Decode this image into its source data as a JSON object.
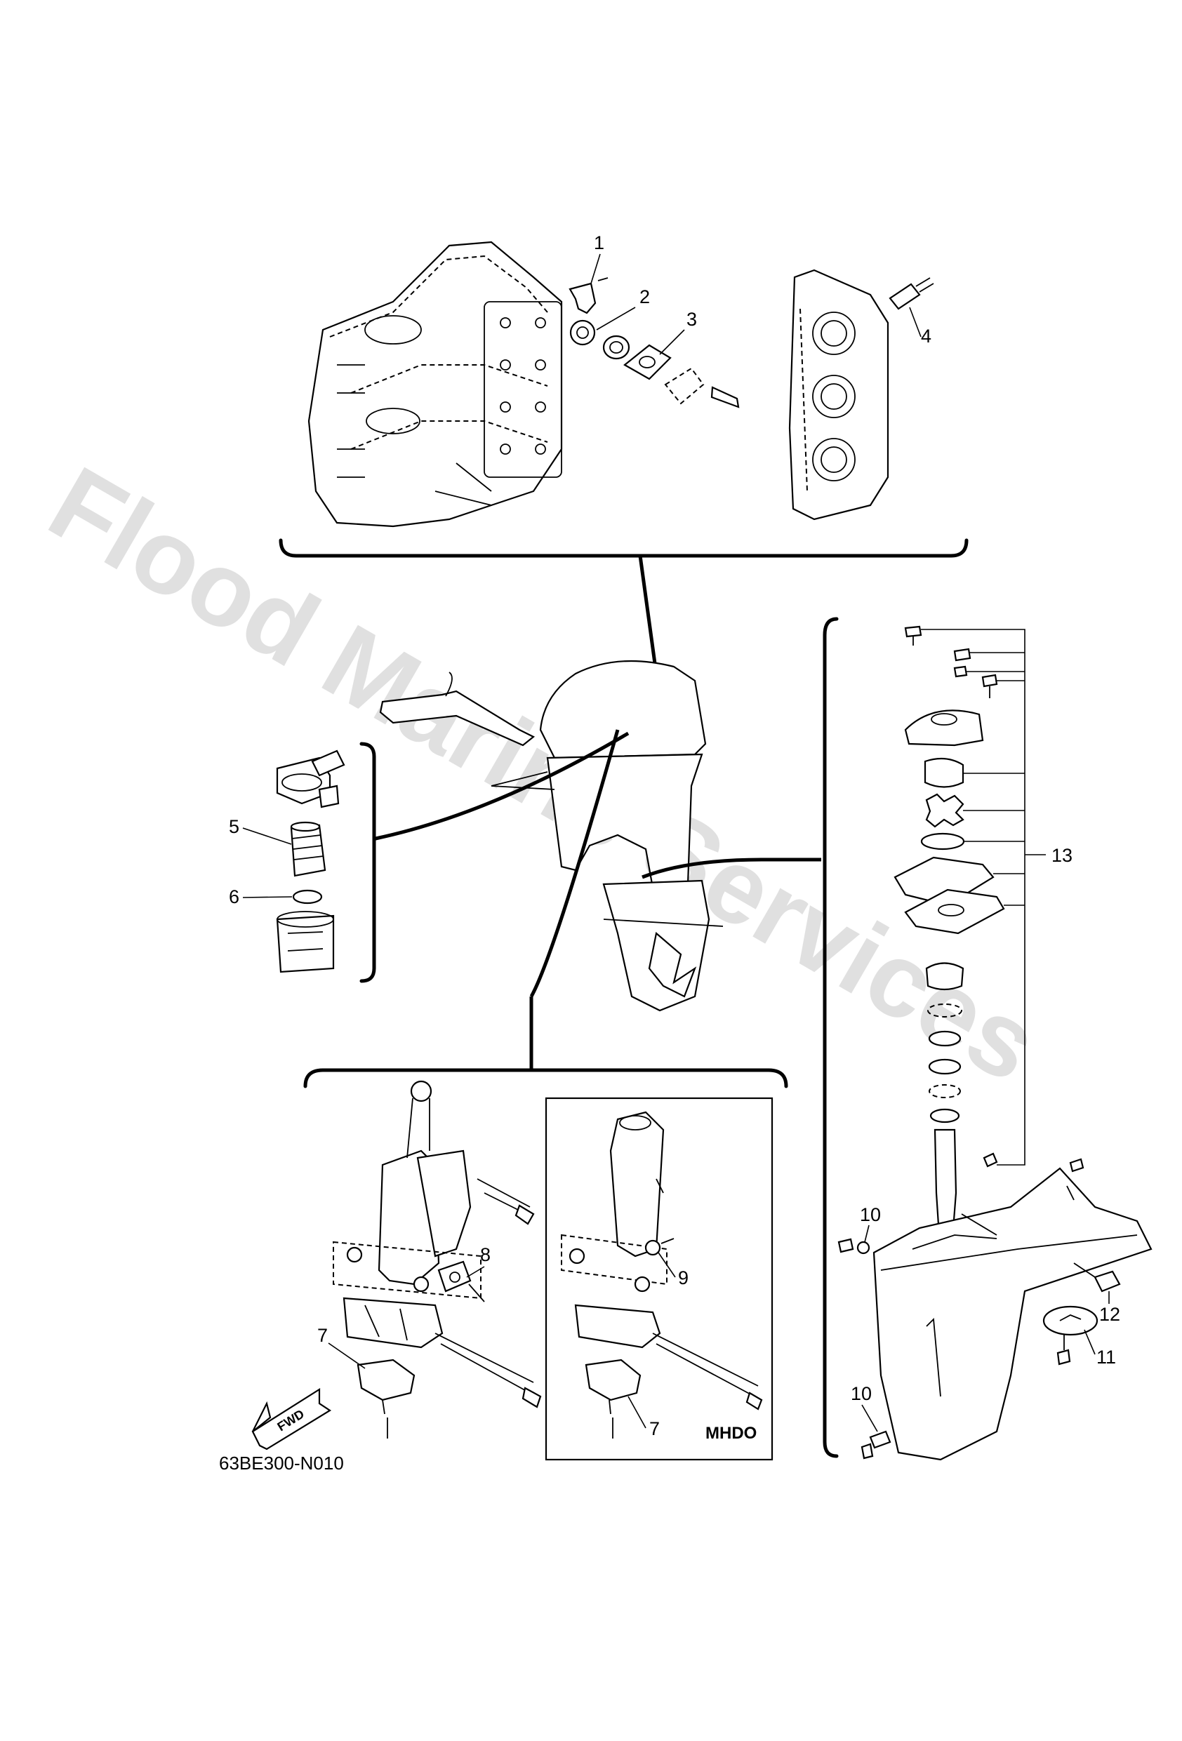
{
  "diagram": {
    "diagram_code": "63BE300-N010",
    "variant_label": "MHDO",
    "fwd_label": "FWD",
    "watermark": "Flood Marine Services",
    "callouts": {
      "c1": "1",
      "c2": "2",
      "c3": "3",
      "c4": "4",
      "c5": "5",
      "c6": "6",
      "c7a": "7",
      "c7b": "7",
      "c8": "8",
      "c9": "9",
      "c10a": "10",
      "c10b": "10",
      "c11": "11",
      "c12": "12",
      "c13": "13"
    }
  }
}
